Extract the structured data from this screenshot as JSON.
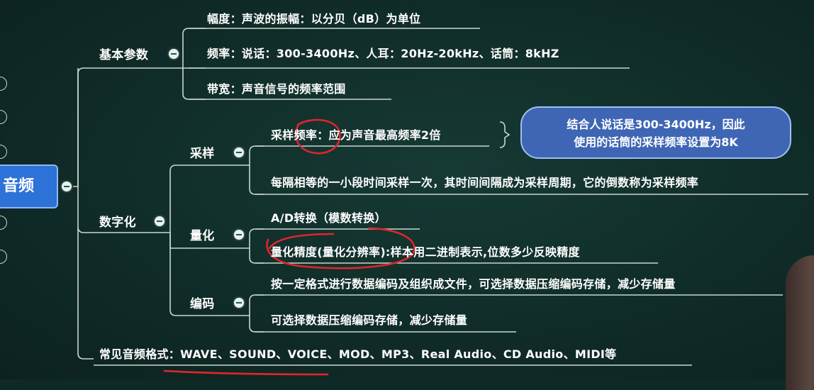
{
  "root": {
    "label": "音频"
  },
  "branches": {
    "basic_params": {
      "label": "基本参数",
      "items": [
        "幅度：声波的振幅：以分贝（dB）为单位",
        "频率：说话：300-3400Hz、人耳：20Hz-20kHz、话筒：8kHZ",
        "带宽：声音信号的频率范围"
      ]
    },
    "digitization": {
      "label": "数字化",
      "sampling": {
        "label": "采样",
        "items": [
          "采样频率：应为声音最高频率2倍",
          "每隔相等的一小段时间采样一次，其时间间隔成为采样周期，它的倒数称为采样频率"
        ]
      },
      "quantization": {
        "label": "量化",
        "items": [
          "A/D转换（模数转换）",
          "量化精度(量化分辨率):样本用二进制表示,位数多少反映精度"
        ]
      },
      "encoding": {
        "label": "编码",
        "items": [
          "按一定格式进行数据编码及组织成文件，可选择数据压缩编码存储，减少存储量",
          "可选择数据压缩编码存储，减少存储量"
        ]
      }
    },
    "formats": {
      "label": "常见音频格式：WAVE、SOUND、VOICE、MOD、MP3、Real Audio、CD Audio、MIDI等"
    }
  },
  "callout": {
    "line1": "结合人说话是300-3400Hz，因此",
    "line2": "使用的话筒的采样频率设置为8K"
  },
  "colors": {
    "background": "#0f2a26",
    "branch_line": "#c9d6d3",
    "root_fill": "#2d72d6",
    "callout_fill": "#3f66b4",
    "annotation_red": "#e0262b"
  }
}
